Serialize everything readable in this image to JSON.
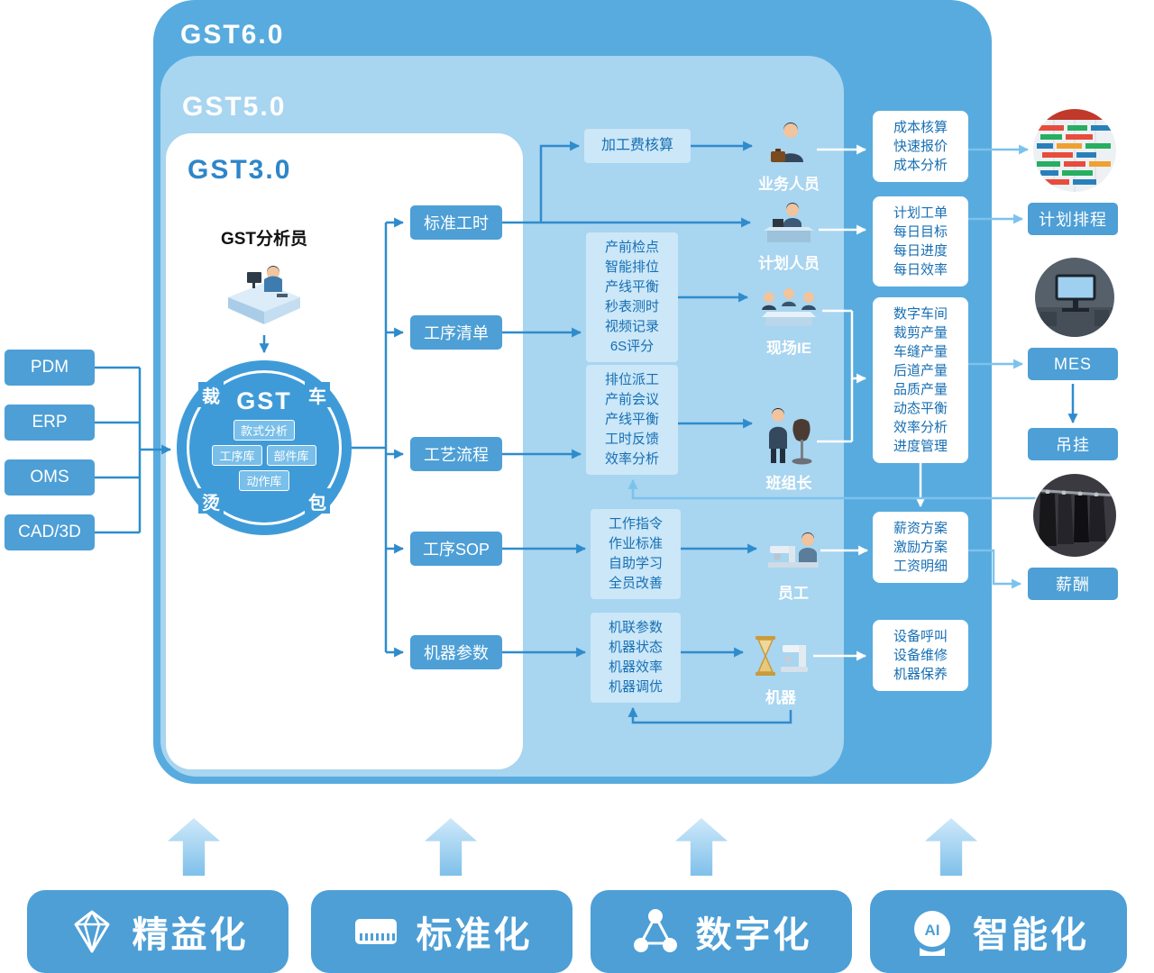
{
  "layers": {
    "gst6": "GST6.0",
    "gst5": "GST5.0",
    "gst3": "GST3.0"
  },
  "inputs": [
    {
      "label": "PDM"
    },
    {
      "label": "ERP"
    },
    {
      "label": "OMS"
    },
    {
      "label": "CAD/3D"
    }
  ],
  "analyst": {
    "label": "GST分析员"
  },
  "core": {
    "title": "GST",
    "style_analysis": "款式分析",
    "process_lib": "工序库",
    "component_lib": "部件库",
    "action_lib": "动作库",
    "ring": {
      "cut": "裁",
      "sew": "车",
      "iron": "烫",
      "pack": "包"
    }
  },
  "outputs": [
    {
      "label": "标准工时"
    },
    {
      "label": "工序清单"
    },
    {
      "label": "工艺流程"
    },
    {
      "label": "工序SOP"
    },
    {
      "label": "机器参数"
    }
  ],
  "detail_boxes": [
    {
      "lines": [
        "加工费核算"
      ]
    },
    {
      "lines": [
        "产前检点",
        "智能排位",
        "产线平衡",
        "秒表测时",
        "视频记录",
        "6S评分"
      ]
    },
    {
      "lines": [
        "排位派工",
        "产前会议",
        "产线平衡",
        "工时反馈",
        "效率分析"
      ]
    },
    {
      "lines": [
        "工作指令",
        "作业标准",
        "自助学习",
        "全员改善"
      ]
    },
    {
      "lines": [
        "机联参数",
        "机器状态",
        "机器效率",
        "机器调优"
      ]
    }
  ],
  "roles": [
    {
      "label": "业务人员",
      "icon": "business-person-icon"
    },
    {
      "label": "计划人员",
      "icon": "planner-icon"
    },
    {
      "label": "现场IE",
      "icon": "ie-team-icon"
    },
    {
      "label": "班组长",
      "icon": "team-leader-icon"
    },
    {
      "label": "员工",
      "icon": "worker-icon"
    },
    {
      "label": "机器",
      "icon": "machine-icon"
    }
  ],
  "result_boxes": [
    {
      "lines": [
        "成本核算",
        "快速报价",
        "成本分析"
      ]
    },
    {
      "lines": [
        "计划工单",
        "每日目标",
        "每日进度",
        "每日效率"
      ]
    },
    {
      "lines": [
        "数字车间",
        "裁剪产量",
        "车缝产量",
        "后道产量",
        "品质产量",
        "动态平衡",
        "效率分析",
        "进度管理"
      ]
    },
    {
      "lines": [
        "薪资方案",
        "激励方案",
        "工资明细"
      ]
    },
    {
      "lines": [
        "设备呼叫",
        "设备维修",
        "机器保养"
      ]
    }
  ],
  "external_boxes": [
    {
      "label": "计划排程"
    },
    {
      "label": "MES"
    },
    {
      "label": "吊挂"
    },
    {
      "label": "薪酬"
    }
  ],
  "photos": [
    {
      "name": "schedule-gantt-photo"
    },
    {
      "name": "workshop-photo"
    },
    {
      "name": "hanging-garments-photo"
    }
  ],
  "pillars": [
    {
      "label": "精益化",
      "icon": "diamond-icon"
    },
    {
      "label": "标准化",
      "icon": "ruler-icon"
    },
    {
      "label": "数字化",
      "icon": "network-icon"
    },
    {
      "label": "智能化",
      "icon": "ai-head-icon",
      "icon_text": "AI"
    }
  ],
  "colors": {
    "layer6": "#58ABDE",
    "layer5": "#A8D5F0",
    "node_blue": "#4D9FD6",
    "detail_bg": "#CBE7F8",
    "text_blue": "#176FB3",
    "arrow_blue": "#2F8CCC",
    "arrow_light": "#7CC2EE"
  }
}
